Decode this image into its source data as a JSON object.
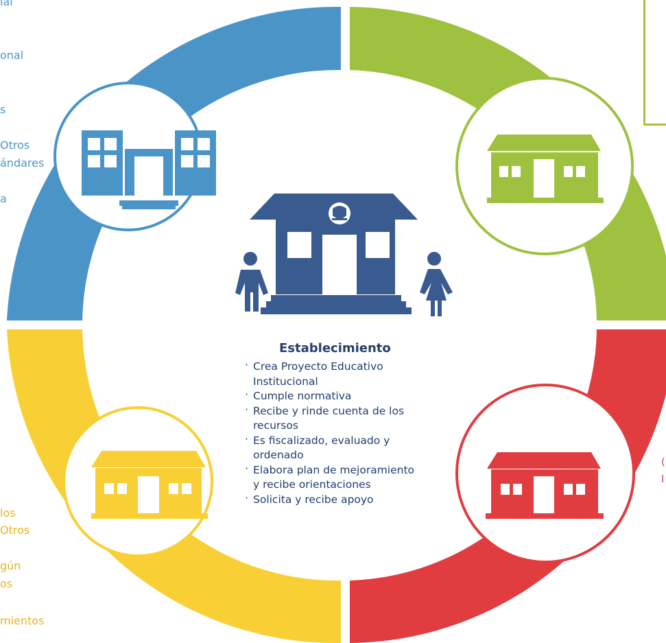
{
  "colors": {
    "blue": "#4b94c8",
    "green": "#9fc140",
    "red": "#e13c3f",
    "yellow": "#f8cf35",
    "navy": "#3a5b8f"
  },
  "icons": [
    "school-building-icon",
    "house-icon",
    "government-school-icon",
    "student-boy-icon",
    "student-girl-icon",
    "chile-emblem-icon"
  ],
  "left_text_fragments": {
    "blue": [
      "ial",
      "onal",
      "s",
      "Otros",
      "ándares",
      "a"
    ],
    "yellow": [
      "los",
      "Otros",
      "gún",
      "os",
      "mientos"
    ]
  },
  "center": {
    "title": "Establecimiento",
    "items": [
      "Crea Proyecto Educativo",
      "Institucional",
      "Cumple normativa",
      "Recibe y rinde cuenta de los",
      "recursos",
      "Es fiscalizado, evaluado y",
      "ordenado",
      "Elabora plan de mejoramiento",
      "y recibe orientaciones",
      "Solicita y recibe apoyo"
    ]
  }
}
